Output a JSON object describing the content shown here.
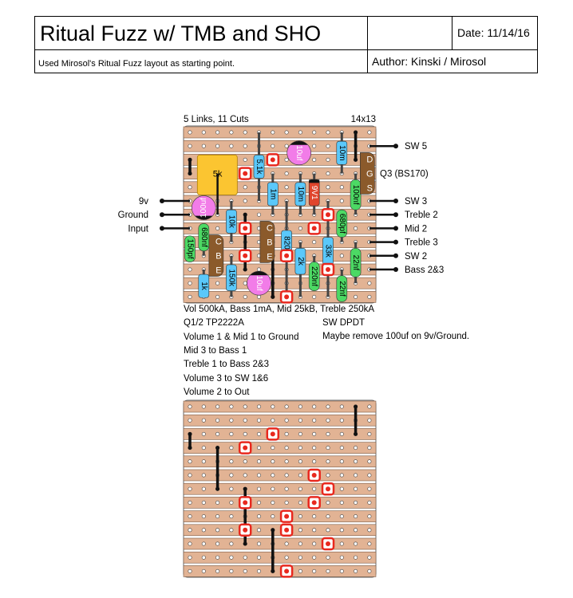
{
  "header": {
    "title": "Ritual Fuzz w/ TMB and SHO",
    "subtitle": "Used Mirosol's Ritual Fuzz layout as starting point.",
    "date": "Date: 11/14/16",
    "author": "Author: Kinski / Mirosol"
  },
  "board_top": {
    "links_cuts": "5 Links, 11 Cuts",
    "size": "14x13",
    "left_wires": [
      "9v",
      "Ground",
      "Input"
    ],
    "right_wires": [
      "SW 5",
      "SW 3",
      "Treble 2",
      "Mid 2",
      "Treble 3",
      "SW 2",
      "Bass 2&3"
    ],
    "q3_label": "Q3 (BS170)",
    "q3_pins": [
      "D",
      "G",
      "S"
    ],
    "transistor_pins": [
      "C",
      "B",
      "E"
    ],
    "trimmer": "5k",
    "resistors": [
      "5.1k",
      "10m",
      "1m",
      "10m",
      "10k",
      "820r",
      "2k",
      "33k",
      "1k",
      "150k"
    ],
    "film_caps": [
      "100nf",
      "680pf",
      "150pf",
      "680nf",
      "22nf",
      "220nf",
      "22nf"
    ],
    "electrolytics": [
      "10uf",
      "100uf",
      "10uf"
    ],
    "diode": "9V1"
  },
  "notes": {
    "left": [
      "Vol 500kA, Bass 1mA, Mid 25kB, Treble 250kA",
      "Q1/2 TP2222A",
      "Volume 1 & Mid 1 to Ground",
      "Mid 3 to Bass 1",
      "Treble 1 to Bass 2&3",
      "Volume 3 to SW 1&6",
      "Volume 2 to Out"
    ],
    "right": [
      "SW DPDT",
      "Maybe remove 100uf on 9v/Ground."
    ]
  },
  "colors": {
    "copper": "#e2b394",
    "resistor": "#5ac8fa",
    "film_cap": "#4cd964",
    "electrolytic": "#f27ce8",
    "cut": "#e8281e",
    "transistor": "#8b5a2b",
    "trimmer": "#fbc531",
    "diode": "#e0452c"
  }
}
